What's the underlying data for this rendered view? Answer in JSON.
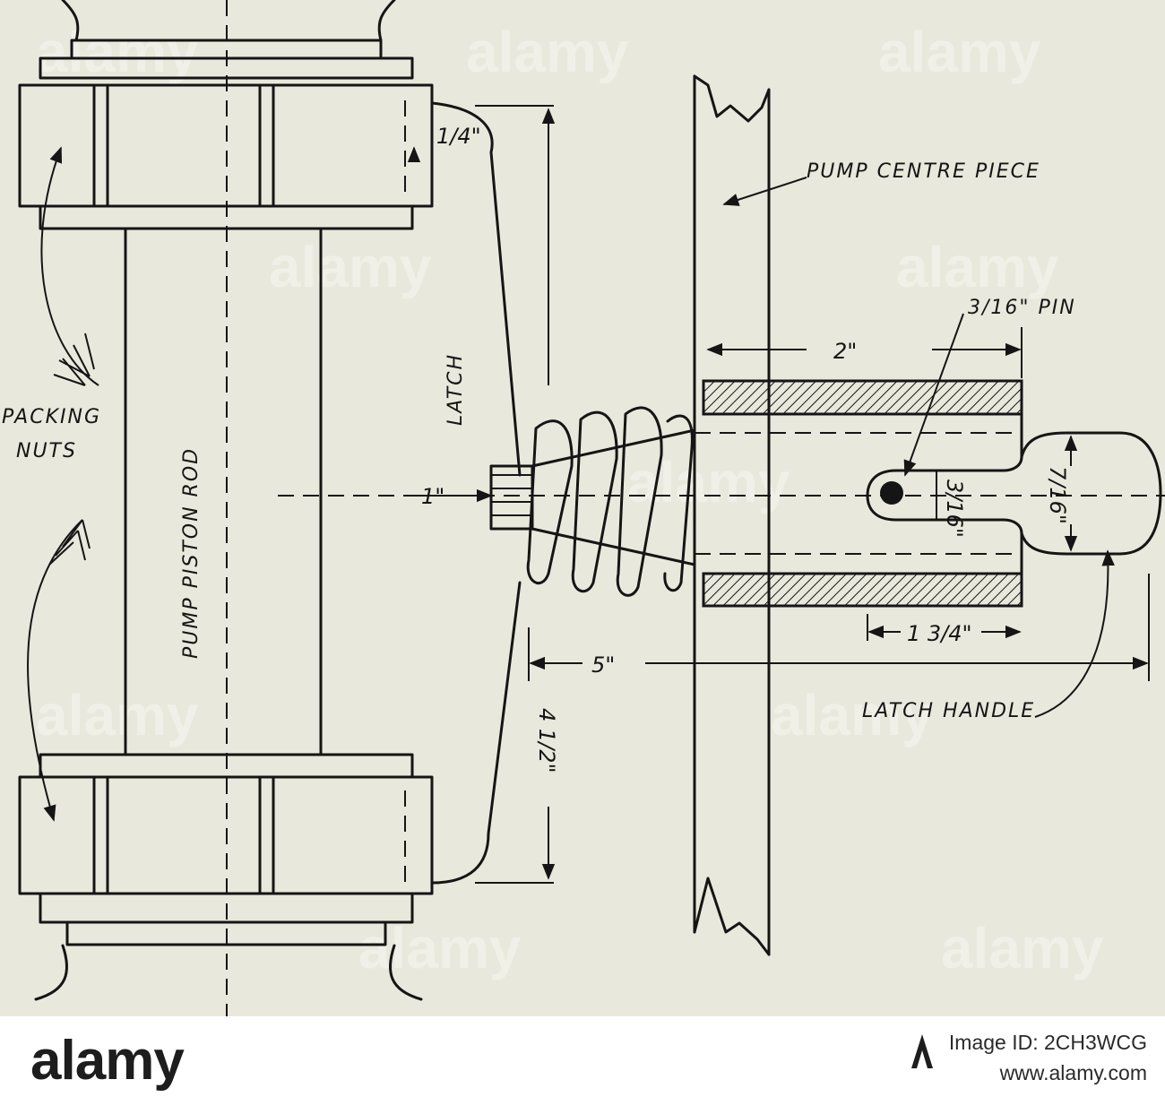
{
  "labels": {
    "pump_centre_piece": "PUMP CENTRE PIECE",
    "pin": "3/16\" PIN",
    "packing_nuts_line1": "PACKING",
    "packing_nuts_line2": "NUTS",
    "pump_piston_rod": "PUMP PISTON ROD",
    "latch": "LATCH",
    "latch_handle": "LATCH HANDLE"
  },
  "dimensions": {
    "quarter_inch": "1/4\"",
    "two_inch": "2\"",
    "three_sixteenths": "3/16\"",
    "seven_sixteenths": "7/16\"",
    "one_inch": "1\"",
    "one_three_quarter": "1 3/4\"",
    "five_inch": "5\"",
    "four_half": "4 1/2\""
  },
  "watermark": {
    "text": "alamy",
    "footer_logo": "alamy",
    "image_id": "Image ID: 2CH3WCG",
    "site": "www.alamy.com"
  },
  "colors": {
    "paper": "#e9e8dc",
    "ink": "#151515"
  }
}
